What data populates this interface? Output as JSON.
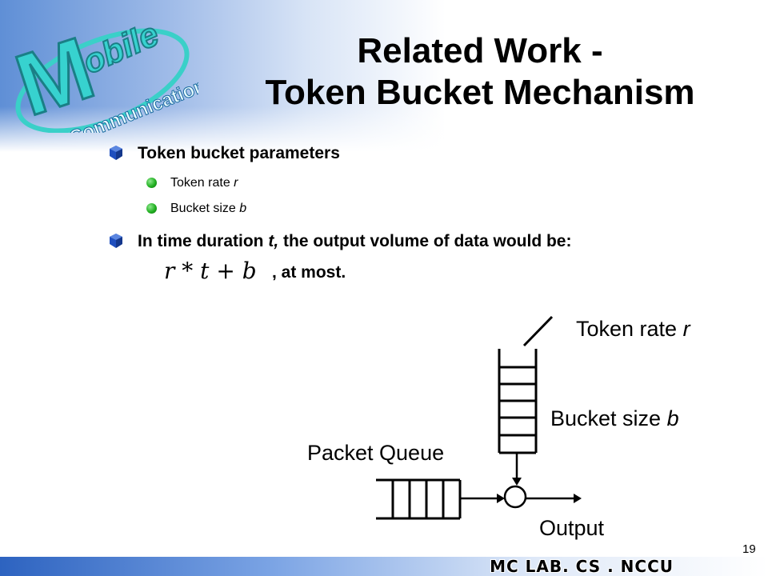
{
  "logo": {
    "word": "obile",
    "subtitle": "Communications",
    "initial": "M"
  },
  "title": {
    "line1": "Related Work -",
    "line2": "Token Bucket Mechanism"
  },
  "bullets": {
    "b1": "Token bucket parameters",
    "b1_sub1_text": "Token rate ",
    "b1_sub1_var": "r",
    "b1_sub2_text": "Bucket size ",
    "b1_sub2_var": "b",
    "b2_text_a": "In time duration ",
    "b2_var": "t,",
    "b2_text_b": " the output volume of data would be:",
    "formula": "r * t + b",
    "at_most": ", at most."
  },
  "diagram": {
    "token_rate_text": "Token rate ",
    "token_rate_var": "r",
    "bucket_size_text": "Bucket size ",
    "bucket_size_var": "b",
    "packet_queue": "Packet Queue",
    "output": "Output"
  },
  "footer": {
    "lab": "MC LAB. CS . NCCU",
    "page": "19"
  },
  "colors": {
    "banner_blue": "#5f8fd6",
    "bullet_cube": "#1f4fbf",
    "bullet_dot": "#22b022"
  }
}
